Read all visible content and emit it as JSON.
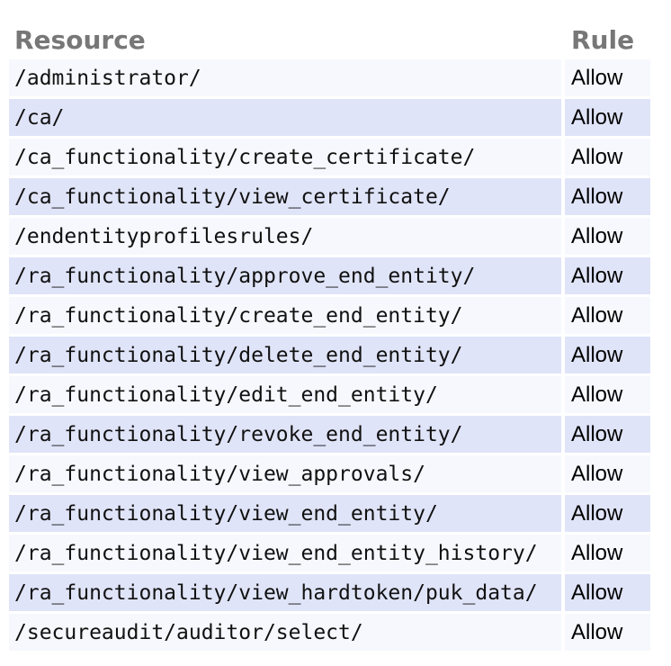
{
  "table": {
    "columns": [
      "Resource",
      "Rule"
    ],
    "rows": [
      {
        "resource": "/administrator/",
        "rule": "Allow"
      },
      {
        "resource": "/ca/",
        "rule": "Allow"
      },
      {
        "resource": "/ca_functionality/create_certificate/",
        "rule": "Allow"
      },
      {
        "resource": "/ca_functionality/view_certificate/",
        "rule": "Allow"
      },
      {
        "resource": "/endentityprofilesrules/",
        "rule": "Allow"
      },
      {
        "resource": "/ra_functionality/approve_end_entity/",
        "rule": "Allow"
      },
      {
        "resource": "/ra_functionality/create_end_entity/",
        "rule": "Allow"
      },
      {
        "resource": "/ra_functionality/delete_end_entity/",
        "rule": "Allow"
      },
      {
        "resource": "/ra_functionality/edit_end_entity/",
        "rule": "Allow"
      },
      {
        "resource": "/ra_functionality/revoke_end_entity/",
        "rule": "Allow"
      },
      {
        "resource": "/ra_functionality/view_approvals/",
        "rule": "Allow"
      },
      {
        "resource": "/ra_functionality/view_end_entity/",
        "rule": "Allow"
      },
      {
        "resource": "/ra_functionality/view_end_entity_history/",
        "rule": "Allow"
      },
      {
        "resource": "/ra_functionality/view_hardtoken/puk_data/",
        "rule": "Allow"
      },
      {
        "resource": "/secureaudit/auditor/select/",
        "rule": "Allow"
      }
    ]
  },
  "colors": {
    "row_light": "#f6f8fd",
    "row_shaded": "#e0e4f8",
    "header_text": "#777777",
    "cell_text": "#111111",
    "background": "#ffffff"
  }
}
